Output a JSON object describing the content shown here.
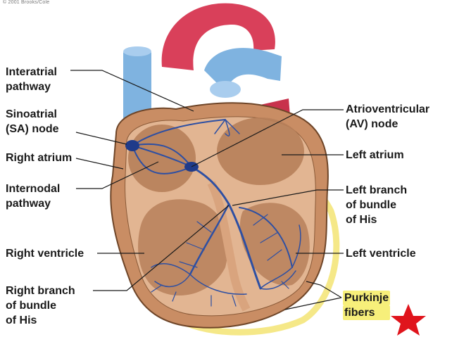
{
  "copyright": "© 2001 Brooks/Cole",
  "labels": {
    "interatrial": [
      "Interatrial",
      "pathway"
    ],
    "sinoatrial": [
      "Sinoatrial",
      "(SA) node"
    ],
    "right_atrium": [
      "Right atrium"
    ],
    "internodal": [
      "Internodal",
      "pathway"
    ],
    "right_ventricle": [
      "Right ventricle"
    ],
    "right_branch": [
      "Right branch",
      "of bundle",
      "of His"
    ],
    "av_node": [
      "Atrioventricular",
      "(AV) node"
    ],
    "left_atrium": [
      "Left atrium"
    ],
    "left_branch": [
      "Left branch",
      "of bundle",
      "of His"
    ],
    "left_ventricle": [
      "Left ventricle"
    ],
    "purkinje": [
      "Purkinje",
      "fibers"
    ]
  },
  "colors": {
    "highlight": "#f7ef7a",
    "star": "#e0141c",
    "conduction": "#2d4fa3",
    "aorta": "#d9405a",
    "vein": "#7fb3e0",
    "tissue": "#c98d64",
    "chamber": "#b7805a",
    "inner": "#e2b592"
  }
}
